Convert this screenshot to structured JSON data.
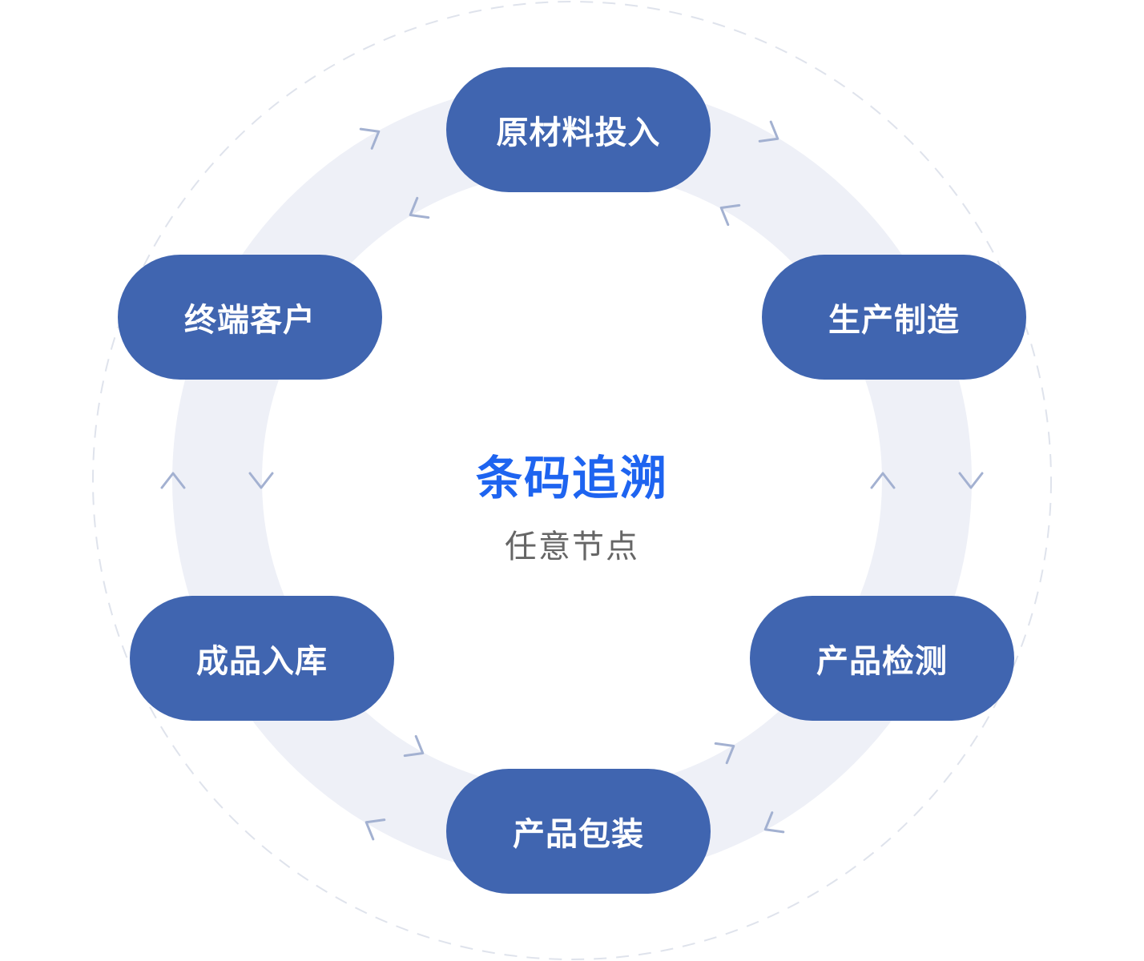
{
  "center": {
    "title": "条码追溯",
    "subtitle": "任意节点"
  },
  "nodes": [
    {
      "label": "原材料投入"
    },
    {
      "label": "生产制造"
    },
    {
      "label": "产品检测"
    },
    {
      "label": "产品包装"
    },
    {
      "label": "成品入库"
    },
    {
      "label": "终端客户"
    }
  ],
  "colors": {
    "node_fill": "#4065b0",
    "node_text": "#ffffff",
    "title_text": "#1e64f0",
    "subtitle_text": "#666666",
    "ring": "#eef0f7",
    "dashed_circle": "#dfe3ec",
    "chevron": "#a3b1d1"
  },
  "icons": {
    "chevron": "chevron-icon"
  }
}
